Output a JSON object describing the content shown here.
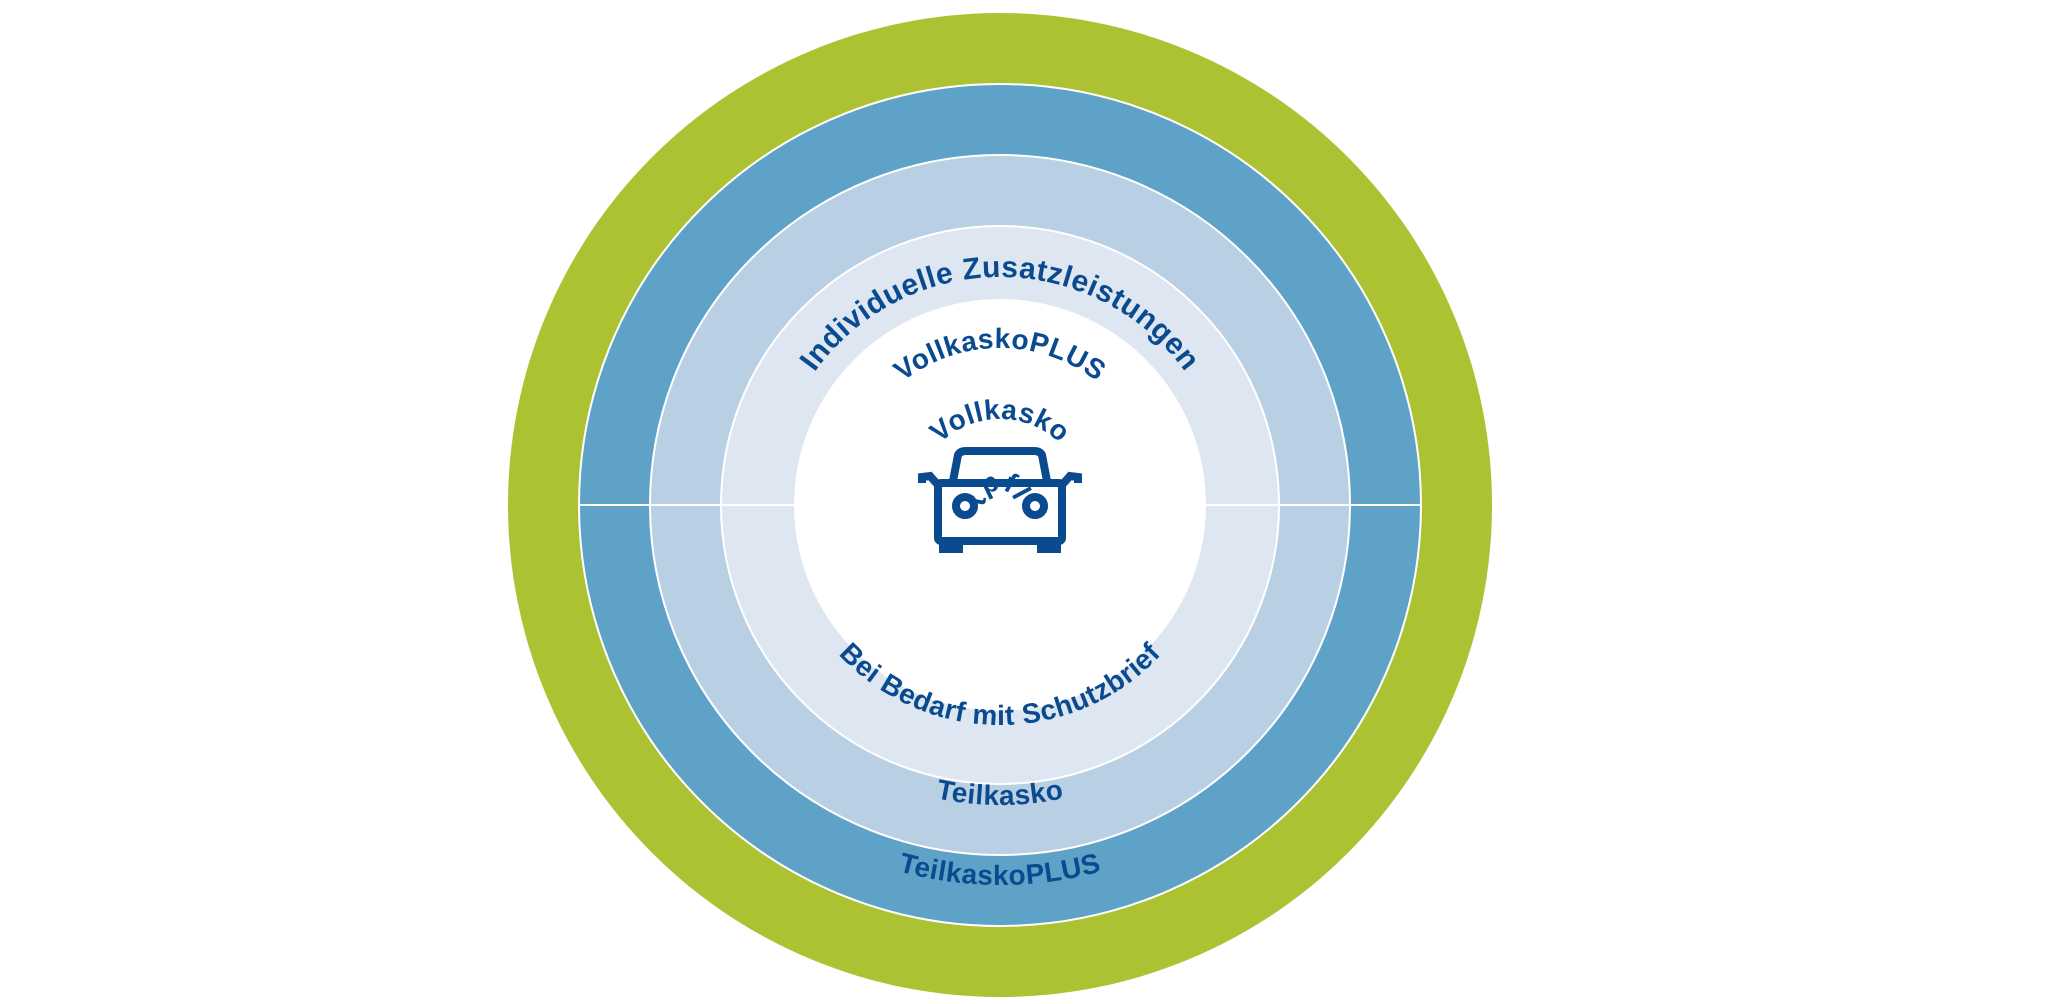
{
  "colors": {
    "outer_ring": "#adc232",
    "ring_plus": "#5fa2c8",
    "ring_kasko": "#b9cfe3",
    "ring_haftpflicht": "#dde6f1",
    "center": "#ffffff",
    "separator": "#ffffff",
    "text": "#0a4a8f",
    "icon": "#0a4a8f"
  },
  "diagram": {
    "center_icon": "car-icon",
    "rings": {
      "outer": {
        "label": "Individuelle Zusatzleistungen"
      },
      "plus": {
        "top_label": "VollkaskoPLUS",
        "bottom_label": "TeilkaskoPLUS"
      },
      "kasko": {
        "top_label": "Vollkasko",
        "bottom_label": "Teilkasko"
      },
      "haftpflicht": {
        "top_label": "Haftpflicht",
        "bottom_label": "Bei Bedarf mit Schutzbrief"
      }
    }
  }
}
